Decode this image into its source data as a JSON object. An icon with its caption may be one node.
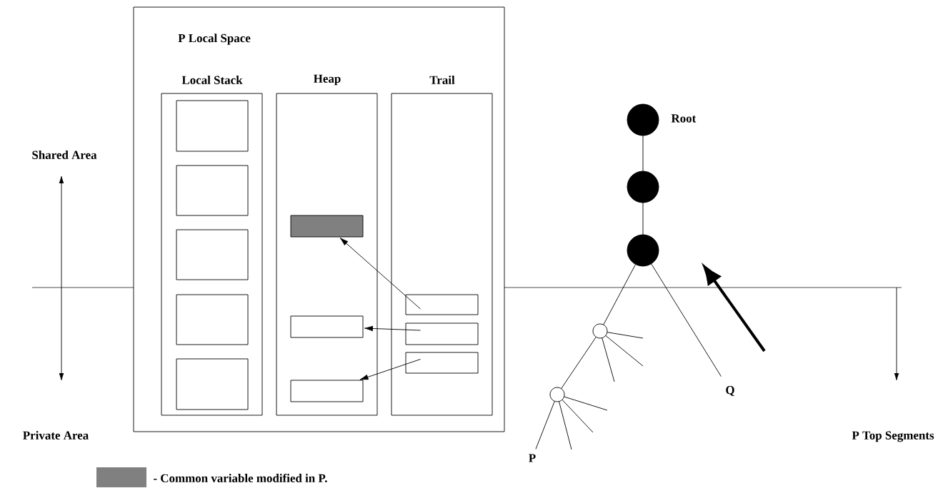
{
  "diagram": {
    "nodes": [
      {
        "text": [
          "P Local Space"
        ]
      },
      {
        "text": [
          "Local Stack"
        ],
        "in": 0
      },
      {
        "text": [
          "Heap"
        ],
        "in": 0
      },
      {
        "text": [
          "Trail"
        ],
        "in": 0
      },
      {
        "text": [],
        "shape": "box",
        "in": 1
      },
      {
        "text": [],
        "shape": "box",
        "in": 1
      },
      {
        "text": [],
        "shape": "box",
        "in": 1
      },
      {
        "text": [],
        "shape": "box",
        "in": 1
      },
      {
        "text": [],
        "shape": "box",
        "in": 1
      },
      {
        "text": [],
        "shape": "box",
        "in": 2
      },
      {
        "text": [],
        "shape": "box",
        "in": 2
      },
      {
        "text": [],
        "shape": "box",
        "in": 2
      },
      {
        "text": [],
        "shape": "box",
        "in": 3
      },
      {
        "text": [],
        "shape": "box",
        "in": 3
      },
      {
        "text": [],
        "shape": "box",
        "in": 3
      },
      {
        "text": [],
        "shape": "circle",
        "beside": [
          "Root"
        ]
      },
      {
        "text": [],
        "shape": "circle"
      },
      {
        "text": [],
        "shape": "circle"
      },
      {
        "text": [],
        "shape": "circle"
      },
      {
        "text": [],
        "shape": "circle"
      },
      {
        "text": [
          "Q"
        ]
      },
      {
        "text": [
          "P"
        ]
      }
    ],
    "edges": [
      {
        "from": 12,
        "to": 9,
        "arrow": "to"
      },
      {
        "from": 13,
        "to": 10,
        "arrow": "to"
      },
      {
        "from": 14,
        "to": 11,
        "arrow": "to"
      },
      {
        "from": 15,
        "to": 16,
        "arrow": "none"
      },
      {
        "from": 16,
        "to": 17,
        "arrow": "none"
      },
      {
        "from": 17,
        "to": 18,
        "arrow": "none"
      },
      {
        "from": 18,
        "to": 19,
        "arrow": "none"
      },
      {
        "from": 17,
        "to": 20,
        "arrow": "none"
      },
      {
        "from": 19,
        "to": 21,
        "arrow": "none"
      }
    ],
    "labels": [
      "Shared Area",
      "Private Area",
      "P Top Segments"
    ],
    "legend": [
      {
        "text": "- Common variable modified in P.",
        "color": "#808080"
      }
    ]
  }
}
